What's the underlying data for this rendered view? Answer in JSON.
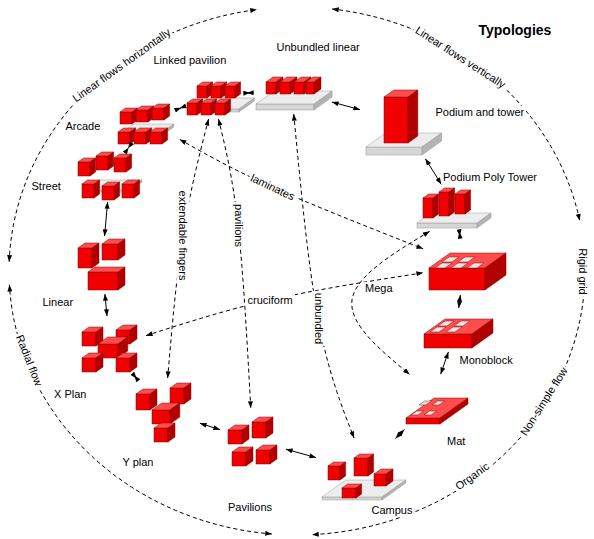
{
  "diagram": {
    "title": "Typologies",
    "nodes": [
      {
        "text": [
          "Linked pavilion"
        ]
      },
      {
        "text": [
          "Unbundled linear"
        ]
      },
      {
        "text": [
          "Podium and tower"
        ]
      },
      {
        "text": [
          "Podium Poly Tower"
        ]
      },
      {
        "text": [
          "Mega"
        ]
      },
      {
        "text": [
          "Monoblock"
        ]
      },
      {
        "text": [
          "Mat"
        ]
      },
      {
        "text": [
          "Campus"
        ]
      },
      {
        "text": [
          "Pavilions"
        ]
      },
      {
        "text": [
          "Y plan"
        ]
      },
      {
        "text": [
          "X Plan"
        ]
      },
      {
        "text": [
          "Linear"
        ]
      },
      {
        "text": [
          "Street"
        ]
      },
      {
        "text": [
          "Arcade"
        ]
      }
    ],
    "edges": [
      {
        "from": 0,
        "to": 1,
        "arrow": "both"
      },
      {
        "from": 1,
        "to": 2,
        "arrow": "both"
      },
      {
        "from": 2,
        "to": 3,
        "arrow": "both"
      },
      {
        "from": 3,
        "to": 4,
        "arrow": "both"
      },
      {
        "from": 4,
        "to": 5,
        "arrow": "both"
      },
      {
        "from": 5,
        "to": 6,
        "arrow": "both"
      },
      {
        "from": 6,
        "to": 7,
        "arrow": "both"
      },
      {
        "from": 7,
        "to": 8,
        "arrow": "both"
      },
      {
        "from": 8,
        "to": 9,
        "arrow": "both"
      },
      {
        "from": 9,
        "to": 10,
        "arrow": "both"
      },
      {
        "from": 10,
        "to": 11,
        "arrow": "both"
      },
      {
        "from": 11,
        "to": 12,
        "arrow": "both"
      },
      {
        "from": 12,
        "to": 13,
        "arrow": "both"
      },
      {
        "from": 13,
        "to": 0,
        "arrow": "both"
      },
      {
        "from": 13,
        "to": 4,
        "label": "laminates",
        "arrow": "both"
      },
      {
        "from": 0,
        "to": 9,
        "label": "extendable fingers",
        "arrow": "both"
      },
      {
        "from": 0,
        "to": 8,
        "label": "pavilions",
        "arrow": "both"
      },
      {
        "from": 1,
        "to": 7,
        "label": "unbundled",
        "arrow": "both"
      },
      {
        "from": 10,
        "to": 4,
        "label": "cruciform",
        "arrow": "both"
      },
      {
        "from": 3,
        "to": 6,
        "arrow": "both"
      }
    ],
    "labels": [
      "Linear flows horizontally",
      "Linear flows vertically",
      "Rigid grid",
      "Non-simple flow",
      "Organic",
      "Radial flow"
    ]
  }
}
